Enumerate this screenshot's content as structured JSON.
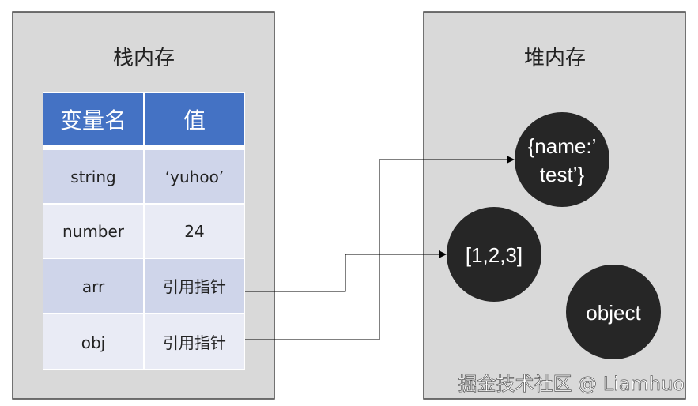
{
  "stack": {
    "title": "栈内存",
    "headers": [
      "变量名",
      "值"
    ],
    "rows": [
      {
        "name": "string",
        "value": "‘yuhoo’"
      },
      {
        "name": "number",
        "value": "24"
      },
      {
        "name": "arr",
        "value": "引用指针"
      },
      {
        "name": "obj",
        "value": "引用指针"
      }
    ]
  },
  "heap": {
    "title": "堆内存",
    "objects": {
      "obj_line1": "{name:’",
      "obj_line2": "test’}",
      "arr": "[1,2,3]",
      "object": "object"
    }
  },
  "watermark": "掘金技术社区 @ Liamhuo",
  "colors": {
    "panel": "#d9d9d9",
    "header": "#4472c4",
    "row_dark": "#cfd5ea",
    "row_light": "#e9ebf5",
    "circle": "#262626"
  }
}
